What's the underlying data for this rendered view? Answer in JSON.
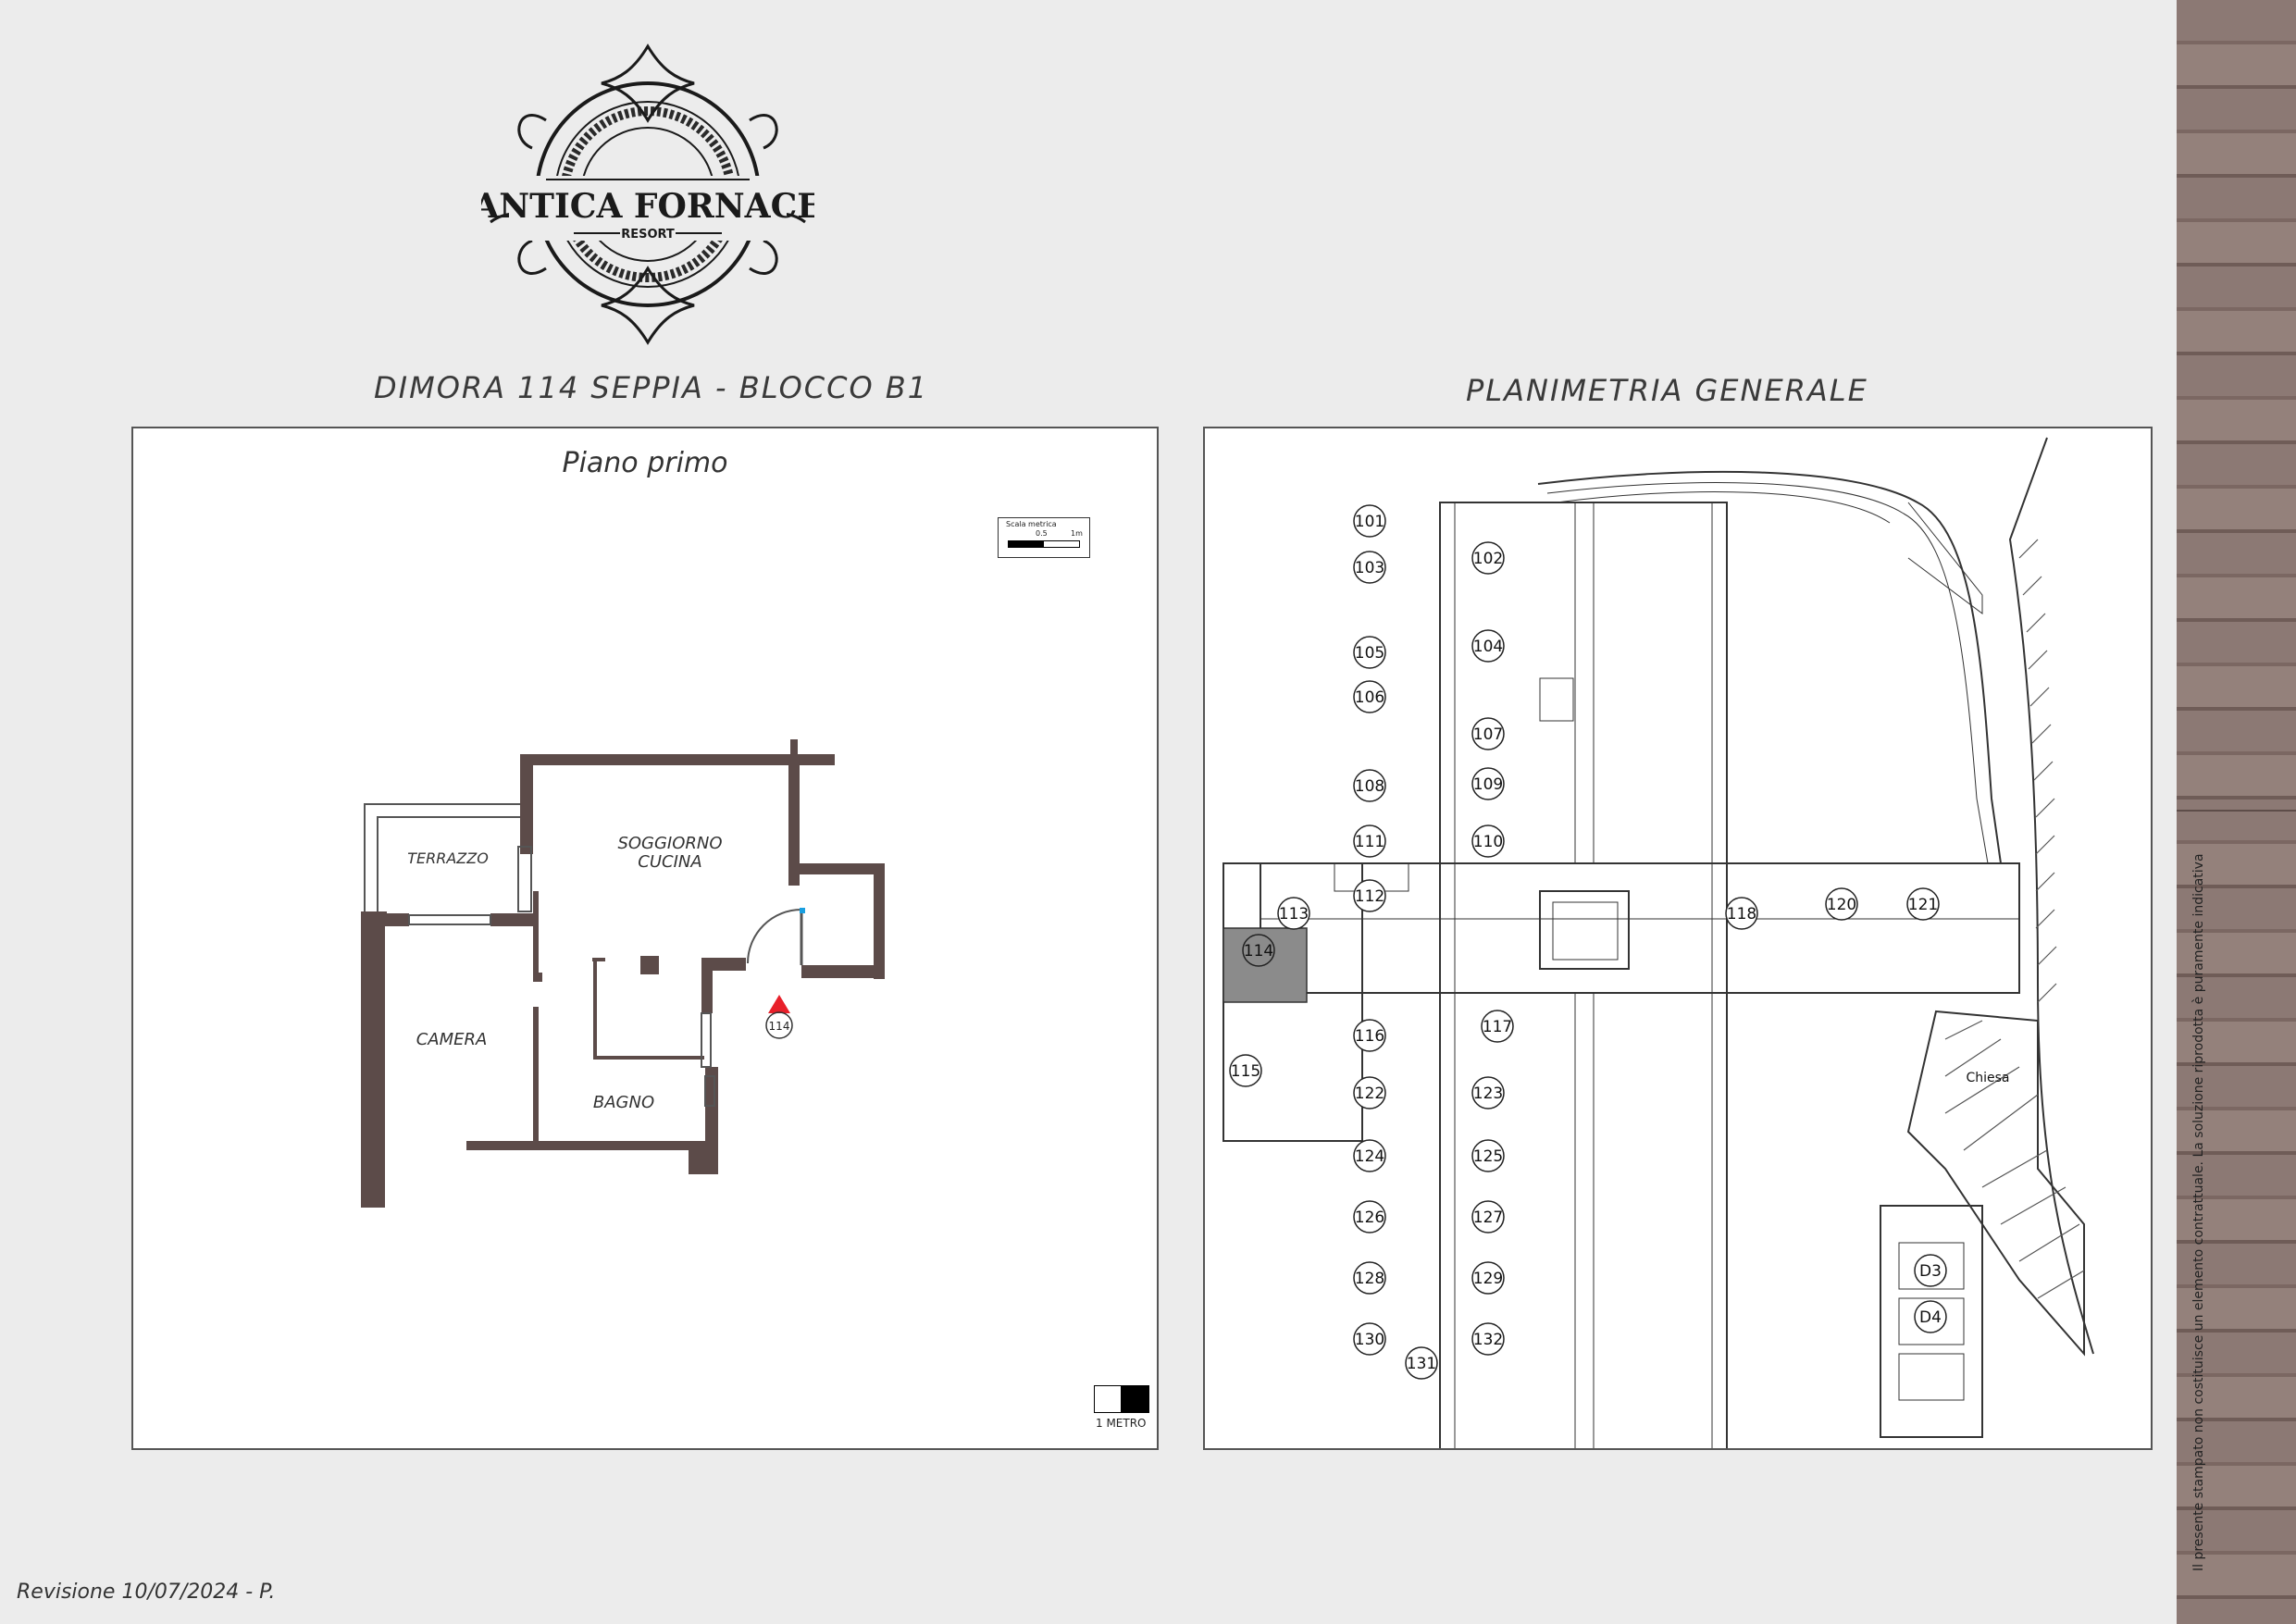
{
  "brand": {
    "name": "ANTICA FORNACE",
    "tagline": "RESORT"
  },
  "header": {
    "left_title": "DIMORA 114 SEPPIA - BLOCCO B1",
    "right_title": "PLANIMETRIA GENERALE"
  },
  "floor_plan": {
    "subtitle": "Piano primo",
    "scale_label": "Scala metrica",
    "scale_half": "0.5",
    "scale_full": "1m",
    "meter_label": "1 METRO",
    "rooms": {
      "terrazzo": "TERRAZZO",
      "soggiorno": "SOGGIORNO",
      "cucina": "CUCINA",
      "camera": "CAMERA",
      "bagno": "BAGNO"
    },
    "entrance_number": "114",
    "colors": {
      "wall": "#5c4b49",
      "marker": "#e8202a"
    }
  },
  "site_plan": {
    "units": [
      "101",
      "102",
      "103",
      "104",
      "105",
      "106",
      "107",
      "108",
      "109",
      "110",
      "111",
      "112",
      "113",
      "114",
      "115",
      "116",
      "117",
      "118",
      "120",
      "121",
      "122",
      "123",
      "124",
      "125",
      "126",
      "127",
      "128",
      "129",
      "130",
      "131",
      "132",
      "D3",
      "D4"
    ],
    "highlighted_unit": "114",
    "church_label": "Chiesa"
  },
  "footer": {
    "revision": "Revisione 10/07/2024 - P.",
    "disclaimer": "Il presente stampato non costituisce un elemento contrattuale. La soluzione riprodotta è puramente indicativa"
  }
}
